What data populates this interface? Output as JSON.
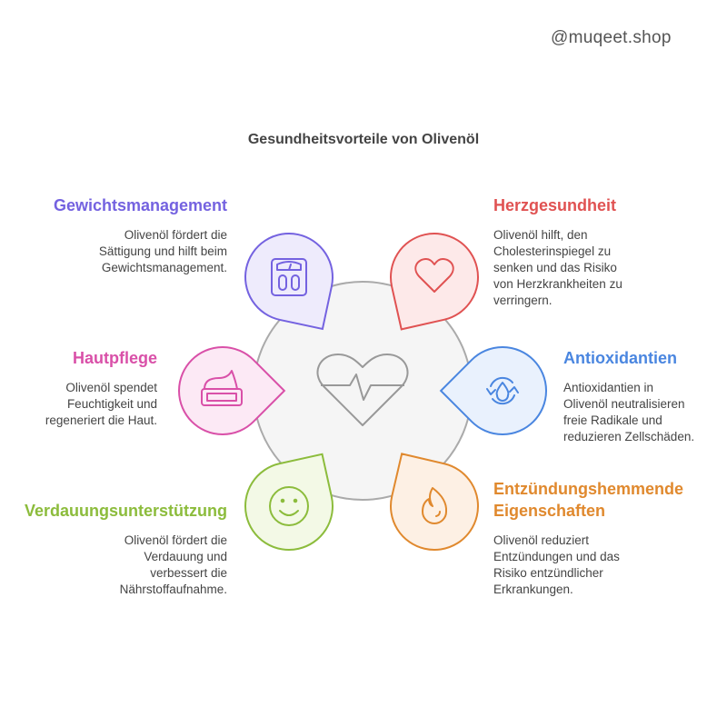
{
  "watermark": "@muqeet.shop",
  "title": "Gesundheitsvorteile von Olivenöl",
  "center_icon": "heart-pulse-icon",
  "items": [
    {
      "key": "weight",
      "title": "Gewichtsmanagement",
      "lines": [
        "Olivenöl fördert die",
        "Sättigung und hilft beim",
        "Gewichtsmanagement."
      ],
      "color": "#7462e0",
      "fill": "#eeebfc",
      "icon": "scale-icon"
    },
    {
      "key": "heart",
      "title": "Herzgesundheit",
      "lines": [
        "Olivenöl hilft, den",
        "Cholesterinspiegel zu",
        "senken und das Risiko",
        "von Herzkrankheiten zu",
        "verringern."
      ],
      "color": "#e05252",
      "fill": "#fde9e9",
      "icon": "heart-icon"
    },
    {
      "key": "skin",
      "title": "Hautpflege",
      "lines": [
        "Olivenöl spendet",
        "Feuchtigkeit und",
        "regeneriert die Haut."
      ],
      "color": "#d950a8",
      "fill": "#fce9f5",
      "icon": "cream-jar-icon"
    },
    {
      "key": "antiox",
      "title": "Antioxidantien",
      "lines": [
        "Antioxidantien in",
        "Olivenöl neutralisieren",
        "freie Radikale und",
        "reduzieren Zellschäden."
      ],
      "color": "#4a86e0",
      "fill": "#e9f1fd",
      "icon": "droplet-cycle-icon"
    },
    {
      "key": "digest",
      "title": "Verdauungsunterstützung",
      "lines": [
        "Olivenöl fördert die",
        "Verdauung und",
        "verbessert die",
        "Nährstoffaufnahme."
      ],
      "color": "#8cbc3c",
      "fill": "#f3f9e6",
      "icon": "smiley-icon"
    },
    {
      "key": "inflam",
      "title": "Entzündungshemmende Eigenschaften",
      "title_lines": [
        "Entzündungshemmende",
        "Eigenschaften"
      ],
      "lines": [
        "Olivenöl reduziert",
        "Entzündungen und das",
        "Risiko entzündlicher",
        "Erkrankungen."
      ],
      "color": "#e0892e",
      "fill": "#fdf0e4",
      "icon": "flame-icon"
    }
  ]
}
